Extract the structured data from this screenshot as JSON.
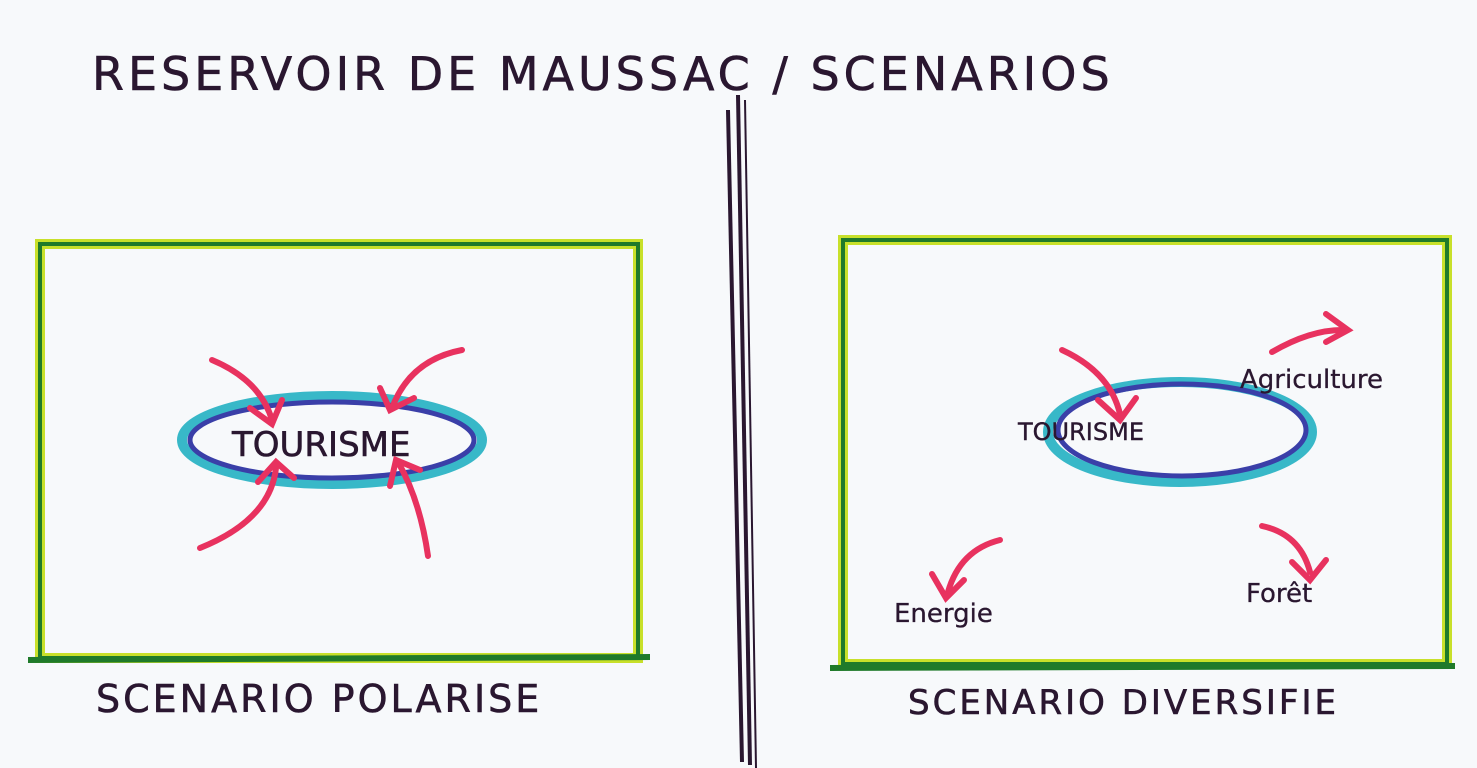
{
  "title": "RESERVOIR DE MAUSSAC / SCENARIOS",
  "scenarios": {
    "left": {
      "caption": "SCENARIO POLARISE",
      "center_label": "TOURISME"
    },
    "right": {
      "caption": "SCENARIO DIVERSIFIE",
      "center_label": "TOURISME",
      "labels": {
        "agriculture": "Agriculture",
        "energie": "Energie",
        "foret": "Forêt"
      }
    }
  },
  "colors": {
    "ink": "#2a1730",
    "frame_dark": "#1f7a2a",
    "frame_light": "#c8e02a",
    "lake_dark": "#3a3fa8",
    "lake_light": "#38b8c8",
    "arrow": "#e8325f",
    "paper": "#f7f9fb"
  }
}
